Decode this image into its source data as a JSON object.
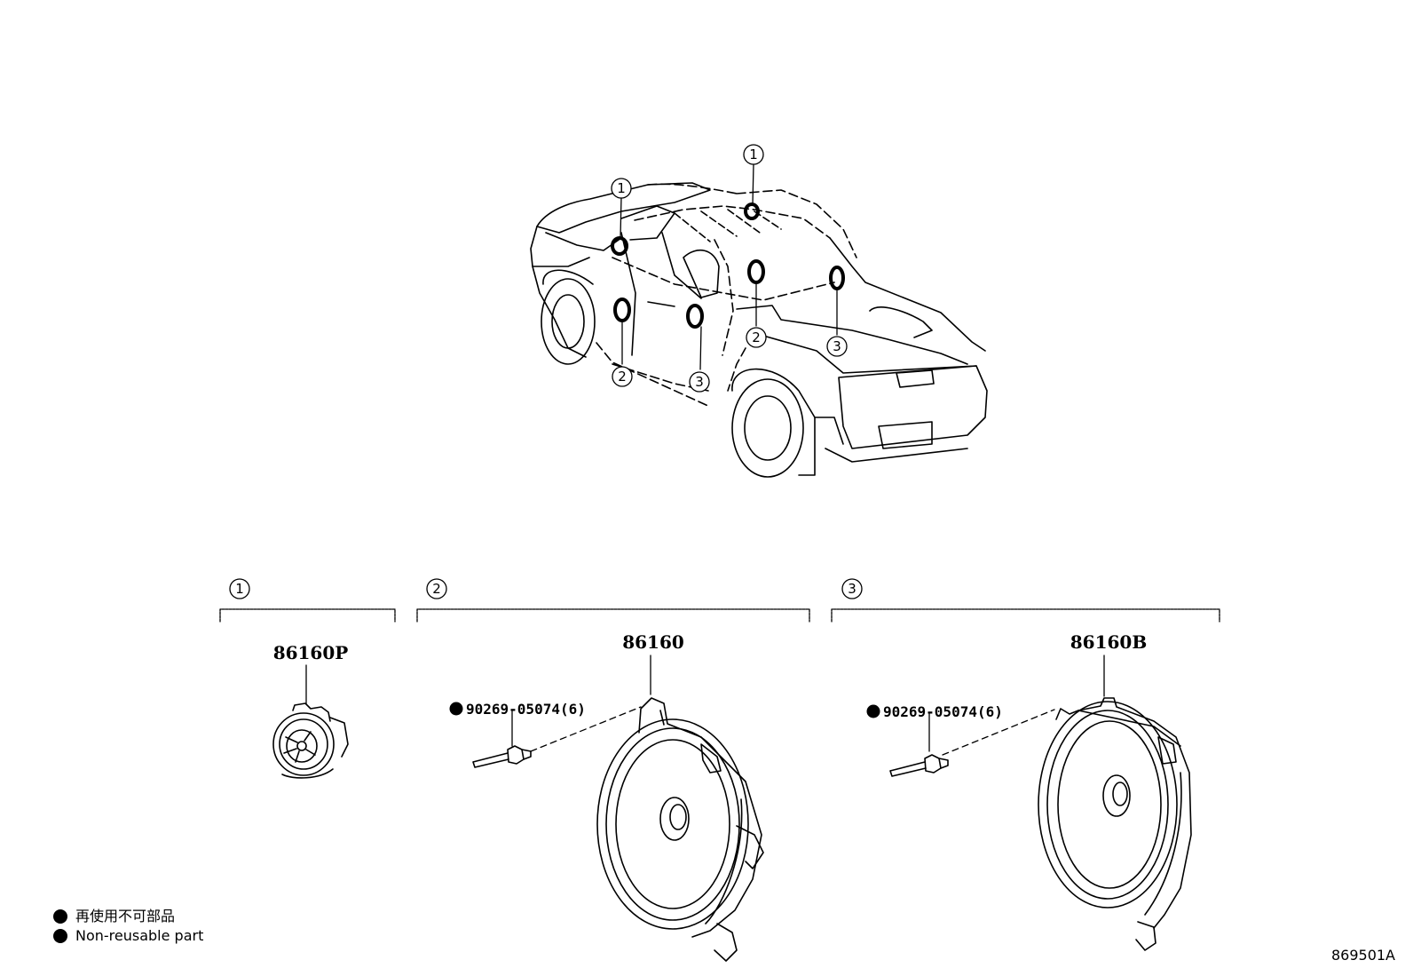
{
  "callouts": {
    "c1": "1",
    "c2": "2",
    "c3": "3"
  },
  "groups": [
    {
      "callout": "1",
      "part_number": "86160P"
    },
    {
      "callout": "2",
      "part_number": "86160",
      "sub_part": "90269-05074(6)"
    },
    {
      "callout": "3",
      "part_number": "86160B",
      "sub_part": "90269-05074(6)"
    }
  ],
  "legend": [
    {
      "label": "再使用不可部品"
    },
    {
      "label": "Non-reusable part"
    }
  ],
  "reference_code": "869501A"
}
